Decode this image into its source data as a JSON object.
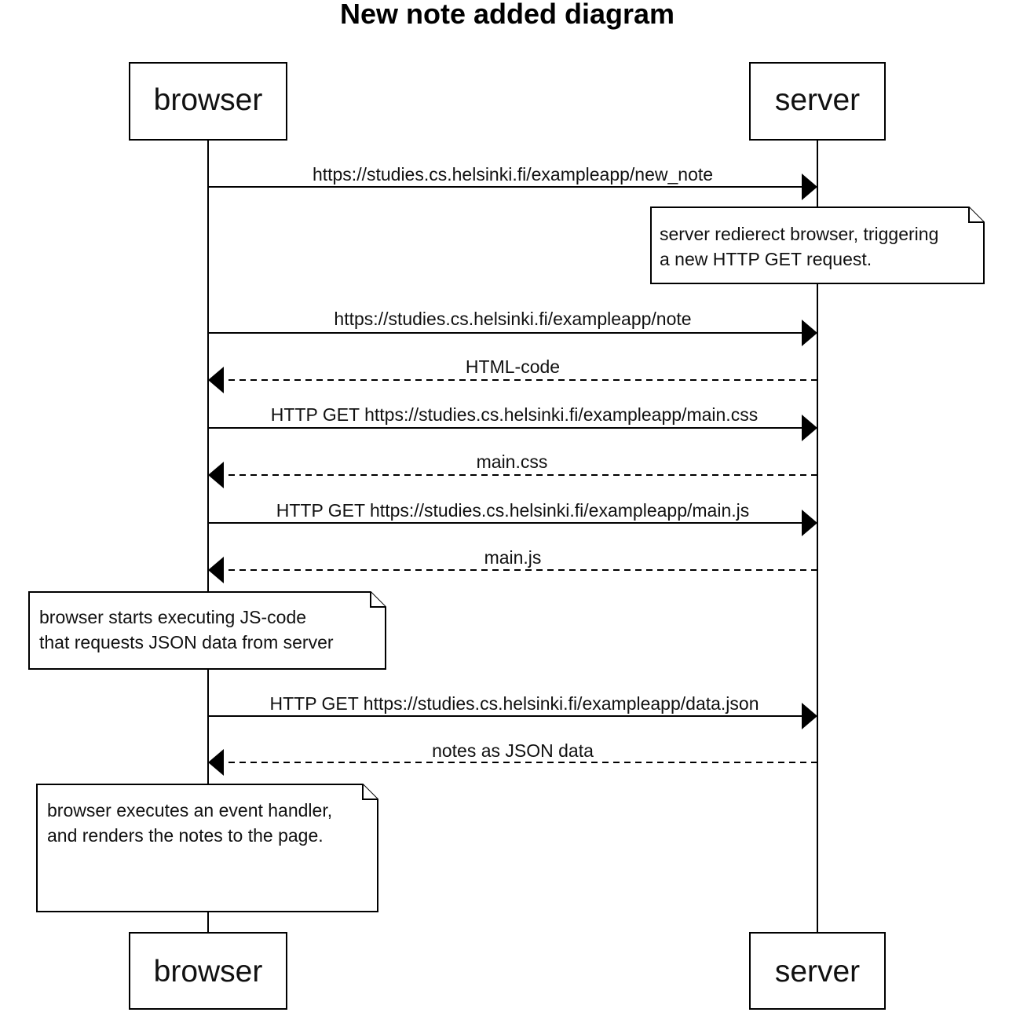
{
  "diagram": {
    "title": "New note added diagram",
    "participants": [
      {
        "id": "browser",
        "label": "browser"
      },
      {
        "id": "server",
        "label": "server"
      }
    ],
    "steps": [
      {
        "kind": "message",
        "from": "browser",
        "to": "server",
        "style": "solid",
        "label": "https://studies.cs.helsinki.fi/exampleapp/new_note"
      },
      {
        "kind": "note",
        "over": "server",
        "lines": [
          "server redierect browser, triggering",
          "a new HTTP GET request."
        ]
      },
      {
        "kind": "message",
        "from": "browser",
        "to": "server",
        "style": "solid",
        "label": "https://studies.cs.helsinki.fi/exampleapp/note"
      },
      {
        "kind": "message",
        "from": "server",
        "to": "browser",
        "style": "dashed",
        "label": "HTML-code"
      },
      {
        "kind": "message",
        "from": "browser",
        "to": "server",
        "style": "solid",
        "label": "HTTP GET https://studies.cs.helsinki.fi/exampleapp/main.css"
      },
      {
        "kind": "message",
        "from": "server",
        "to": "browser",
        "style": "dashed",
        "label": "main.css"
      },
      {
        "kind": "message",
        "from": "browser",
        "to": "server",
        "style": "solid",
        "label": "HTTP GET https://studies.cs.helsinki.fi/exampleapp/main.js"
      },
      {
        "kind": "message",
        "from": "server",
        "to": "browser",
        "style": "dashed",
        "label": "main.js"
      },
      {
        "kind": "note",
        "over": "browser",
        "lines": [
          "browser starts executing JS-code",
          "that requests JSON data from server"
        ]
      },
      {
        "kind": "message",
        "from": "browser",
        "to": "server",
        "style": "solid",
        "label": "HTTP GET https://studies.cs.helsinki.fi/exampleapp/data.json"
      },
      {
        "kind": "message",
        "from": "server",
        "to": "browser",
        "style": "dashed",
        "label": "notes as JSON data"
      },
      {
        "kind": "note",
        "over": "browser",
        "lines": [
          "browser executes an event handler,",
          "and renders the notes to the page."
        ]
      }
    ]
  }
}
